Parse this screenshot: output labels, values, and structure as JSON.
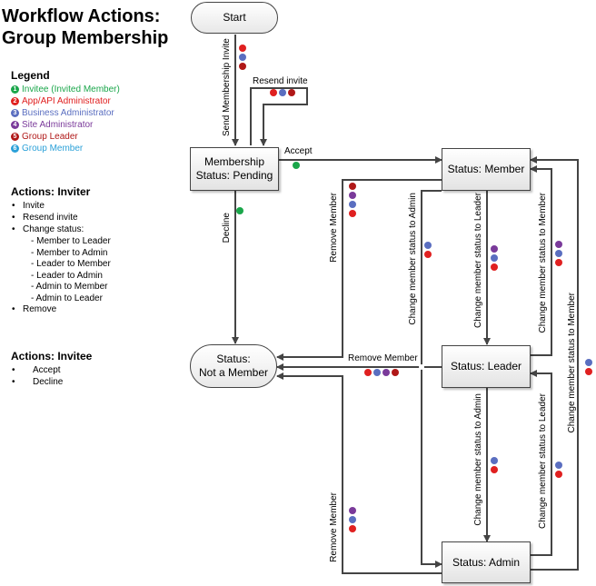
{
  "title": "Workflow  Actions: Group Membership",
  "legend": {
    "heading": "Legend",
    "items": [
      {
        "num": "1",
        "label": "Invitee (Invited Member)",
        "color": "#1aa64a"
      },
      {
        "num": "2",
        "label": "App/API Administrator",
        "color": "#e02020"
      },
      {
        "num": "3",
        "label": "Business Administrator",
        "color": "#5a6ec0"
      },
      {
        "num": "4",
        "label": "Site Administrator",
        "color": "#7a3a9a"
      },
      {
        "num": "5",
        "label": "Group Leader",
        "color": "#b01818"
      },
      {
        "num": "6",
        "label": "Group Member",
        "color": "#2aa0d8"
      }
    ]
  },
  "inviter": {
    "heading": "Actions: Inviter",
    "items": [
      "Invite",
      "Resend invite",
      "Change status:"
    ],
    "sub": [
      "- Member to Leader",
      "- Member to Admin",
      "- Leader to Member",
      "- Leader to Admin",
      "- Admin to Member",
      "- Admin to Leader"
    ],
    "last": "Remove"
  },
  "invitee": {
    "heading": "Actions: Invitee",
    "items": [
      "Accept",
      "Decline"
    ]
  },
  "nodes": {
    "start": "Start",
    "pending": "Membership\nStatus: Pending",
    "member": "Status: Member",
    "not_member": "Status:\nNot a Member",
    "leader": "Status: Leader",
    "admin": "Status: Admin"
  },
  "edges": {
    "send_invite": "Send Membership Invite",
    "resend": "Resend invite",
    "accept": "Accept",
    "decline": "Decline",
    "remove_member_1": "Remove Member",
    "change_to_admin_1": "Change member status to Admin",
    "change_to_leader_1": "Change member status to Leader",
    "change_to_member_1": "Change member status to Member",
    "change_to_member_2": "Change member status to Member",
    "remove_member_2": "Remove Member",
    "change_to_admin_2": "Change member status to Admin",
    "change_to_leader_2": "Change member status to Leader",
    "remove_member_3": "Remove Member"
  }
}
